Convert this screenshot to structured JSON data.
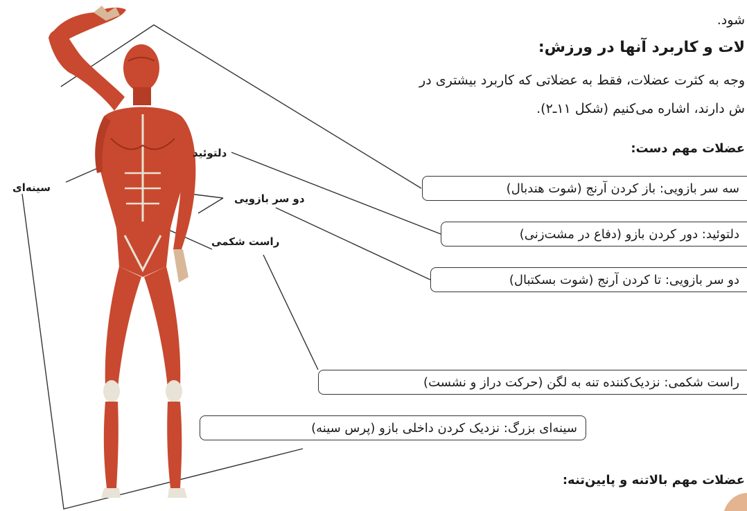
{
  "text": {
    "fragment": "شود.",
    "heading": "لات و کاربرد آنها در ورزش:",
    "paragraph_line1": "وجه به کثرت عضلات، فقط به عضلاتی که کاربرد بیشتری در",
    "paragraph_line2": "ش دارند، اشاره می‌کنیم (شکل ۱۱ـ۲).",
    "subheading_hand": "عضلات مهم دست:",
    "subheading_trunk": "عضلات مهم بالاتنه و پایین‌تنه:"
  },
  "figure_labels": {
    "chest": "سینه‌ای",
    "deltoid": "دلتوئید",
    "biceps": "دو سر بازویی",
    "rectus": "راست شکمی"
  },
  "callouts": {
    "triceps": "سه سر بازویی: باز کردن آرنج (شوت هندبال)",
    "deltoid": "دلتوئید: دور کردن بازو (دفاع در مشت‌زنی)",
    "biceps": "دو سر بازویی: تا کردن آرنج (شوت بسکتبال)",
    "rectus": "راست شکمی: نزدیک‌کننده تنه به لگن (حرکت دراز و نشست)",
    "pectoral": "سینه‌ای بزرگ: نزدیک کردن داخلی بازو (پرس سینه)"
  },
  "colors": {
    "muscle": "#c8492f",
    "muscle_dark": "#9e2f1c",
    "tendon": "#e9e2d6"
  }
}
